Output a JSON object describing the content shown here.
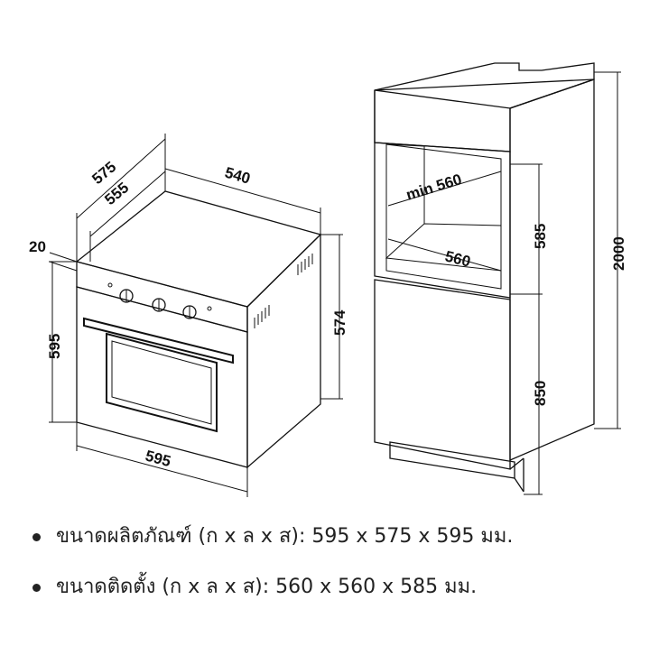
{
  "dimensions": {
    "oven_depth_outer": "575",
    "oven_depth_inner": "555",
    "oven_width_top": "540",
    "oven_panel_offset": "20",
    "oven_height_left": "595",
    "oven_height_right": "574",
    "oven_width_bottom": "595",
    "cabinet_min_width": "min 560",
    "cabinet_width": "560",
    "cabinet_niche_height": "585",
    "cabinet_base_height": "850",
    "cabinet_total_height": "2000"
  },
  "specs": [
    {
      "text": "ขนาดผลิตภัณฑ์ (ก x ล x ส): 595 x 575 x 595 มม."
    },
    {
      "text": "ขนาดติดตั้ง (ก x ล x ส): 560 x 560 x 585 มม."
    }
  ]
}
